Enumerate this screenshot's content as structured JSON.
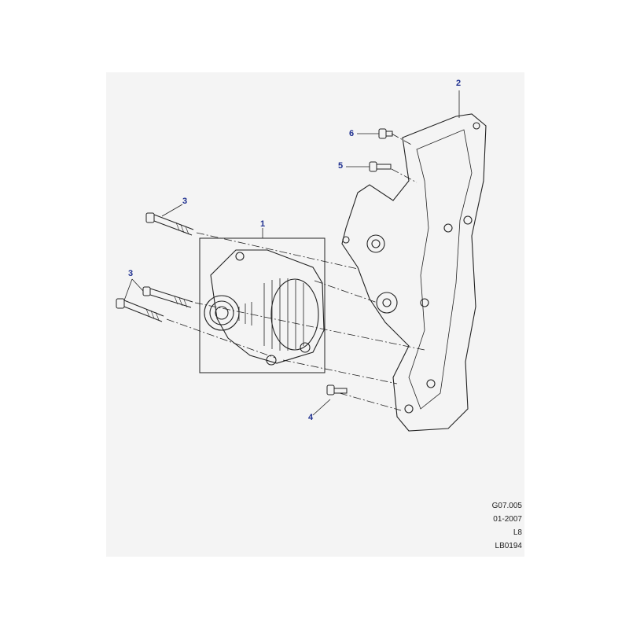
{
  "callouts": {
    "alternator": "1",
    "bracket": "2",
    "bolt_long_top": "3",
    "bolt_long_pair": "3",
    "bolt_lower": "4",
    "bolt_mid": "5",
    "bolt_top": "6"
  },
  "meta": {
    "code": "G07.005",
    "date": "01-2007",
    "model": "L8",
    "ref": "LB0194"
  },
  "colors": {
    "callout": "#1e2f8f",
    "line": "#222222",
    "sheet": "#f4f4f4"
  }
}
